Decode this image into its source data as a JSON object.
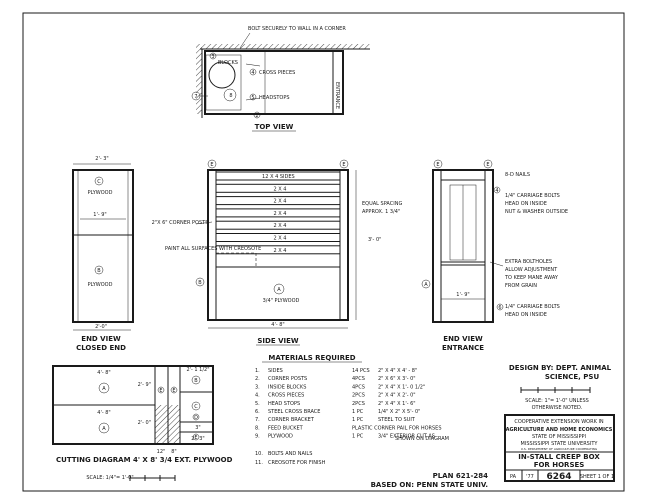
{
  "top_view": {
    "title": "TOP VIEW",
    "note": "BOLT SECURELY TO WALL IN A CORNER",
    "labels": {
      "blocks": "BLOCKS",
      "cross_pieces": "CROSS PIECES",
      "headstops": "HEADSTOPS",
      "entrance": "ENTRANCE"
    },
    "callouts": {
      "n3": "3",
      "n4": "4",
      "n5": "5",
      "n6": "6",
      "n7": "7",
      "n8": "8",
      "n2": "2"
    }
  },
  "end_view_closed": {
    "title": "END VIEW",
    "subtitle": "CLOSED END",
    "width_top": "2'- 3\"",
    "width_mid": "1'- 9\"",
    "width_bottom": "2'-0\"",
    "plywood_top": "PLYWOOD",
    "plywood_bottom": "PLYWOOD",
    "c_label": "C",
    "b_label": "B"
  },
  "side_view": {
    "title": "SIDE VIEW",
    "boards": [
      "2 X 4 SIDES",
      "2 X 4",
      "2 X 4",
      "2 X 4",
      "2 X 4",
      "2 X 4",
      "2 X 4"
    ],
    "board_top_callout": "1",
    "spacing_note_1": "EQUAL SPACING",
    "spacing_note_2": "APPROX. 1 3/4\"",
    "corner_posts": "2\"X 6\" CORNER POSTS",
    "paint_note": "PAINT ALL SURFACES WITH CREOSOTE",
    "height": "3'- 0\"",
    "length": "4'- 8\"",
    "plywood": "3/4\" PLYWOOD",
    "a_label": "A",
    "b_label": "B",
    "e_label": "E"
  },
  "end_view_entrance": {
    "title": "END VIEW",
    "subtitle": "ENTRANCE",
    "nails": "8-D NAILS",
    "carriage_top_1": "1/4\" CARRIAGE BOLTS",
    "carriage_top_2": "HEAD ON INSIDE",
    "carriage_top_3": "NUT & WASHER OUTSIDE",
    "extra_holes_1": "EXTRA BOLTHOLES",
    "extra_holes_2": "ALLOW ADJUSTMENT",
    "extra_holes_3": "TO KEEP MANE AWAY",
    "extra_holes_4": "FROM GRAIN",
    "width": "1'- 9\"",
    "carriage_bot_1": "1/4\" CARRIAGE BOLTS",
    "carriage_bot_2": "HEAD ON INSIDE",
    "e_label": "E",
    "a_label": "A",
    "n4": "4",
    "n6": "6"
  },
  "materials": {
    "title": "MATERIALS REQUIRED",
    "items": [
      {
        "no": "1.",
        "name": "SIDES",
        "qty": "14 PCS",
        "size": "2\" X 4\" X 4' - 8\""
      },
      {
        "no": "2.",
        "name": "CORNER POSTS",
        "qty": "4PCS",
        "size": "2\" X 6\" X 3'- 0\""
      },
      {
        "no": "3.",
        "name": "INSIDE BLOCKS",
        "qty": "4PCS",
        "size": "2\" X 4\" X 1'- 0 1/2\""
      },
      {
        "no": "4.",
        "name": "CROSS PIECES",
        "qty": "2PCS",
        "size": "2\" X 4\" X 2'- 0\""
      },
      {
        "no": "5.",
        "name": "HEAD STOPS",
        "qty": "2PCS",
        "size": "2\" X 4\" X 1'- 6\""
      },
      {
        "no": "6.",
        "name": "STEEL CROSS BRACE",
        "qty": "1 PC",
        "size": "1/4\" X 2\" X 5'- 0\""
      },
      {
        "no": "7.",
        "name": "CORNER BRACKET",
        "qty": "1 PC",
        "size": "STEEL TO SUIT"
      },
      {
        "no": "8.",
        "name": "FEED BUCKET",
        "qty": "PLASTIC CORNER PAIL FOR HORSES",
        "size": ""
      },
      {
        "no": "9.",
        "name": "PLYWOOD",
        "qty": "1 PC",
        "size": "3/4\" EXTERIOR CUT AS"
      }
    ],
    "shown_on": "SHOWN ON DIAGRAM",
    "extra": [
      {
        "no": "10.",
        "name": "BOLTS AND NAILS"
      },
      {
        "no": "11.",
        "name": "CREOSOTE FOR FINISH"
      }
    ]
  },
  "cutting_diagram": {
    "title": "CUTTING DIAGRAM  4' X 8'  3/4 EXT. PLYWOOD",
    "scale": "SCALE: 1/4\"= 1'-0\"",
    "dims": [
      "4'- 8\"",
      "4'- 8\"",
      "2'- 1 1/2\"",
      "2'- 9\"",
      "2'- 0\"",
      "12\"",
      "8\"",
      "3\"",
      "2'- 3\""
    ],
    "pieces": [
      "A",
      "A",
      "B",
      "C",
      "D",
      "E",
      "E",
      "E"
    ]
  },
  "title_block": {
    "design_1": "DESIGN BY: DEPT. ANIMAL",
    "design_2": "SCIENCE, PSU",
    "scale_1": "SCALE: 1\"= 1'-0\" UNLESS",
    "scale_2": "OTHERWISE NOTED.",
    "coop_1": "COOPERATIVE EXTENSION WORK IN",
    "coop_2": "AGRICULTURE AND HOME ECONOMICS",
    "coop_3": "STATE OF MISSISSIPPI",
    "coop_4": "MISSISSIPPI STATE UNIVERSITY",
    "fine": "U.S. DEPARTMENT OF AGRICULTURE COOPERATING",
    "name_1": "IN-STALL CREEP BOX",
    "name_2": "FOR HORSES",
    "pa": "PA",
    "year": "'77",
    "number": "6264",
    "sheet": "SHEET 1 OF 1",
    "plan": "PLAN 621-284",
    "based_on": "BASED ON: PENN STATE UNIV."
  }
}
